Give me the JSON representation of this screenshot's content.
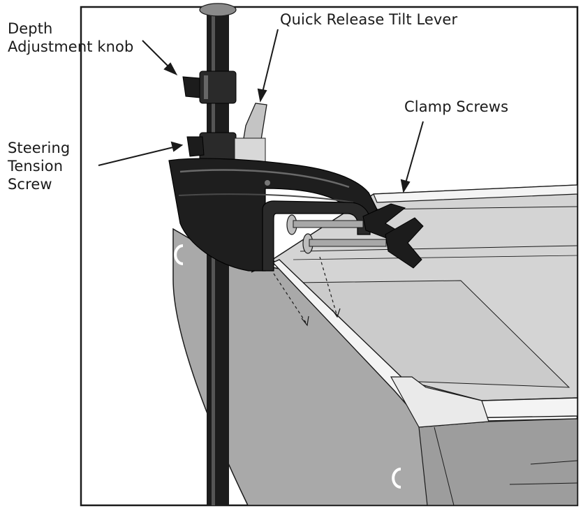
{
  "labels": {
    "depth_line1": "Depth",
    "depth_line2": "Adjustment knob",
    "tilt": "Quick Release Tilt Lever",
    "clamp": "Clamp Screws",
    "steer_line1": "Steering",
    "steer_line2": "Tension",
    "steer_line3": "Screw"
  },
  "colors": {
    "outline": "#1a1a1a",
    "hull_side": "#aaaaaa",
    "hull_dark": "#8e8e8e",
    "deck": "#d2d2d2",
    "deck_light": "#e2e2e2",
    "gunwale": "#f4f4f4",
    "mount_body": "#1e1e1e",
    "lever": "#c2c2c2"
  }
}
